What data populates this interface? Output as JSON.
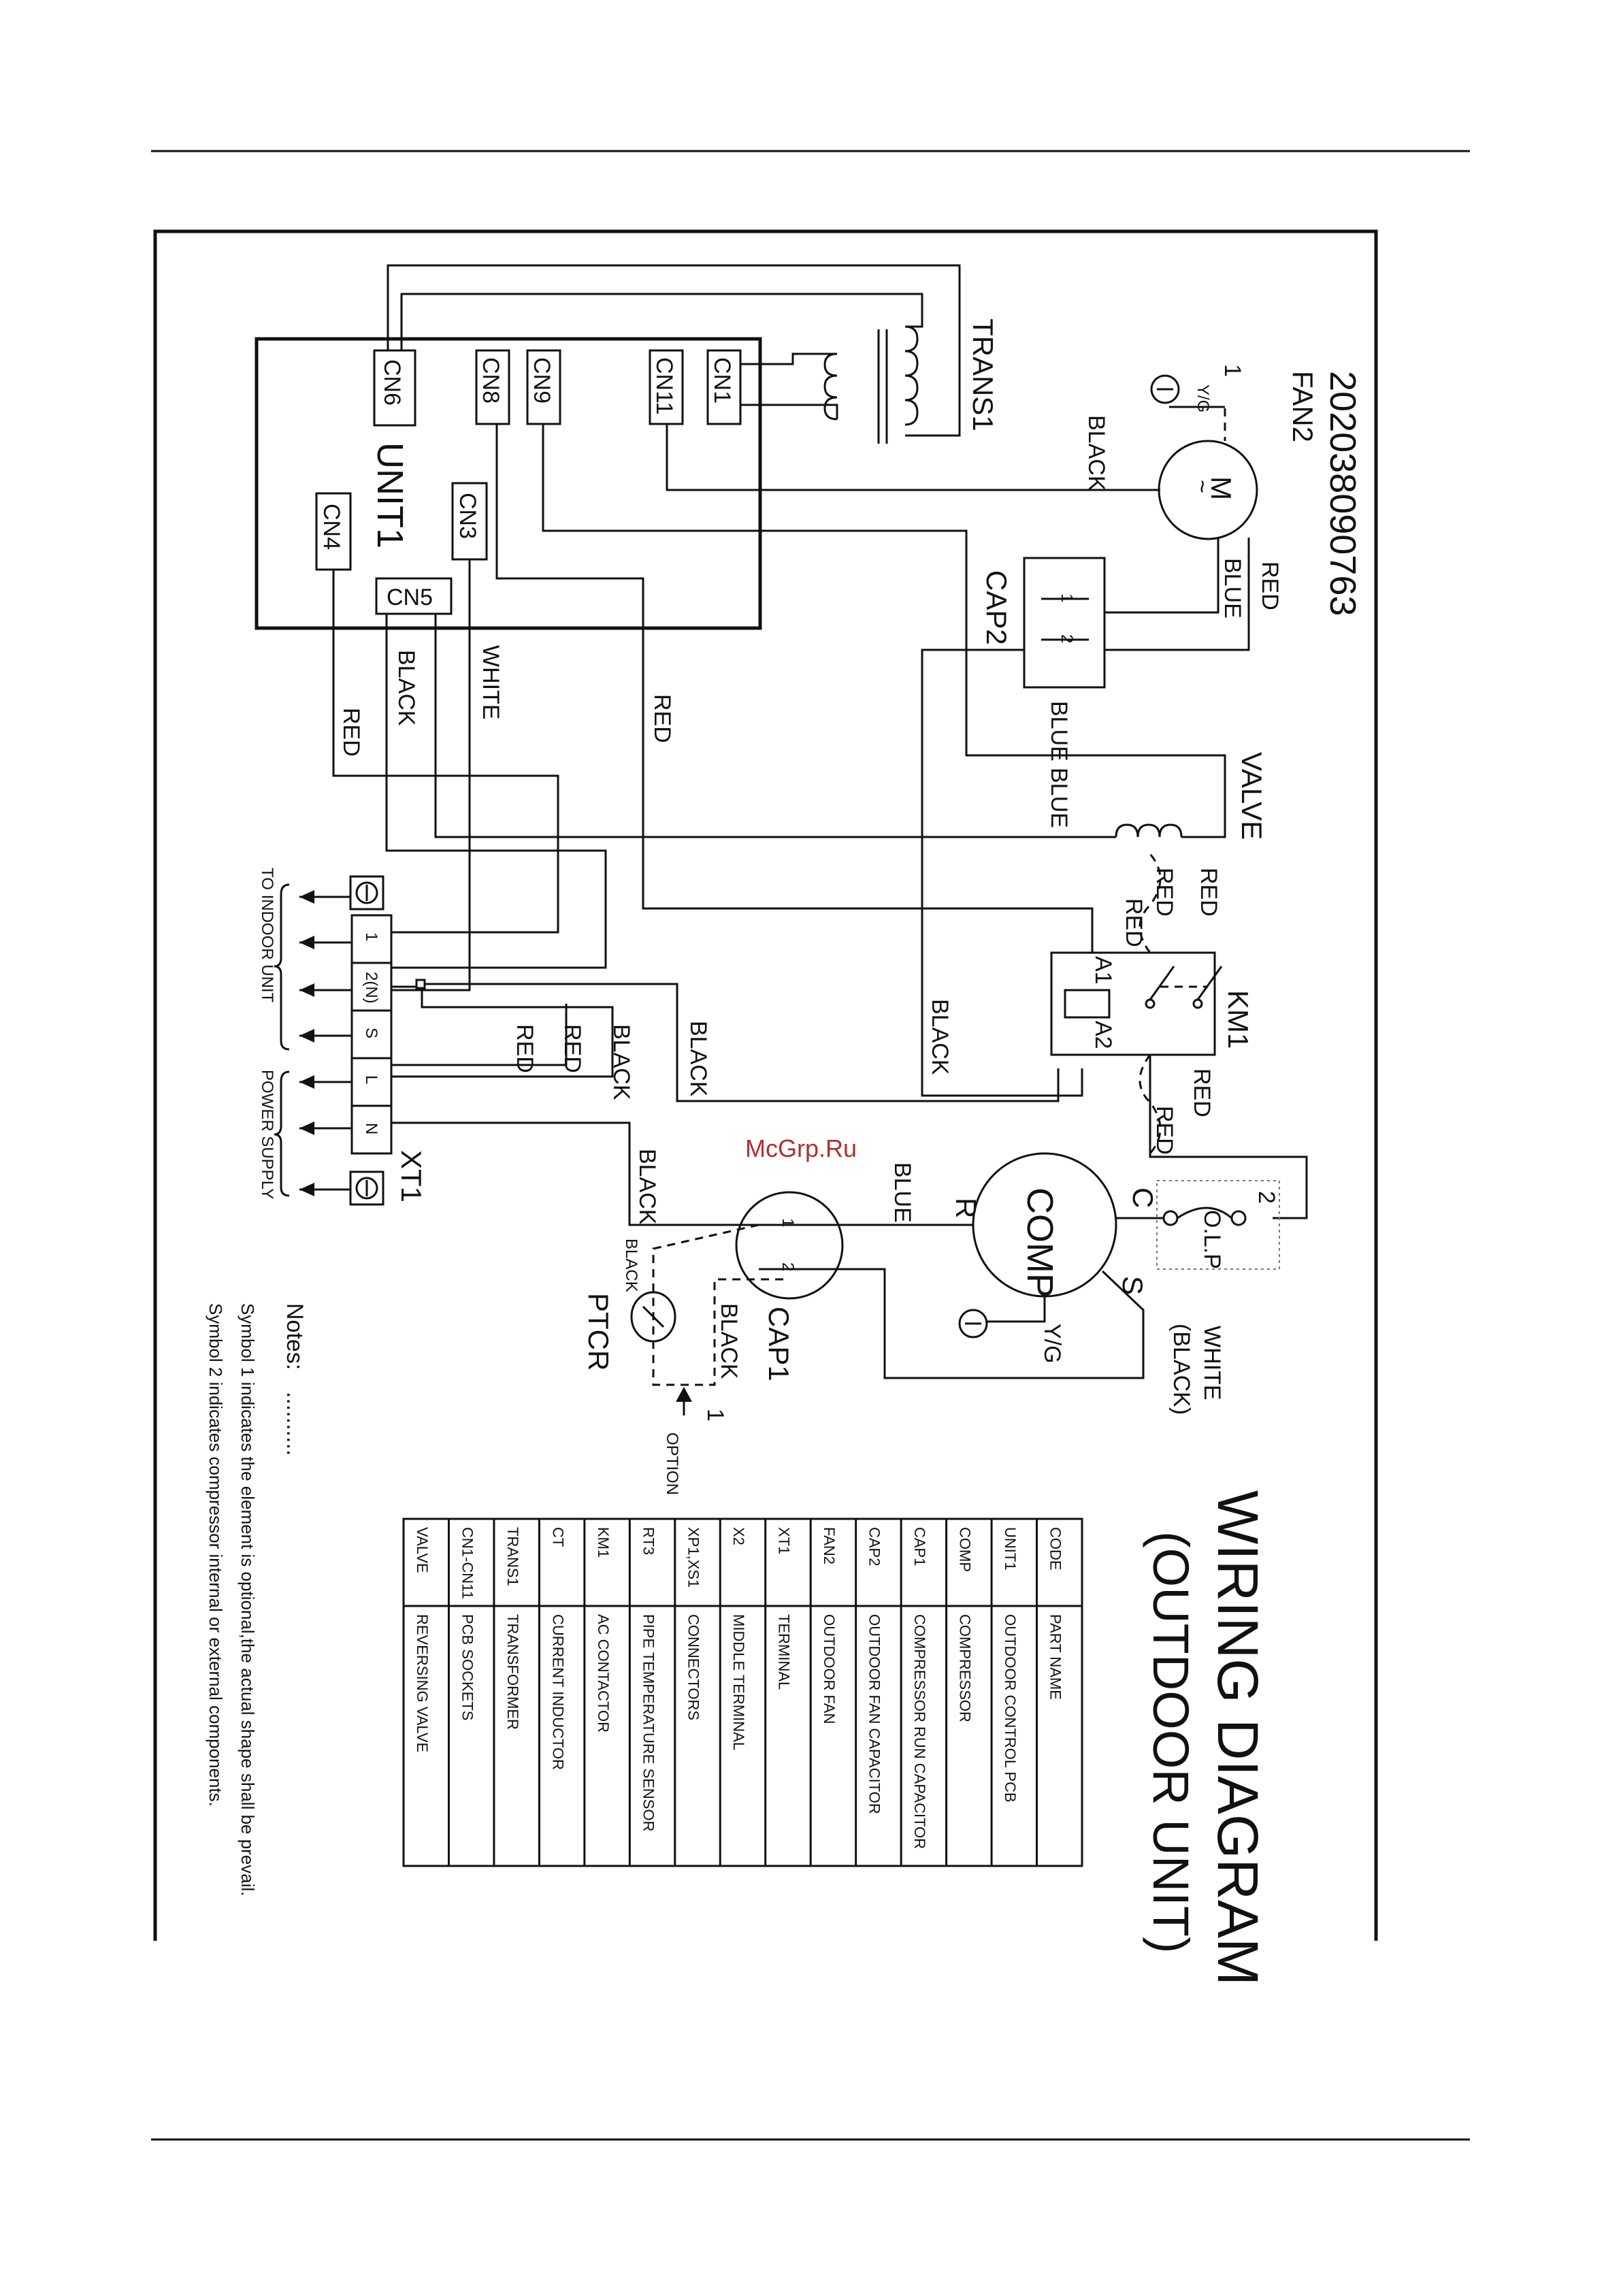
{
  "doc_number": "202038090763",
  "title": "WIRING DIAGRAM",
  "subtitle": "(OUTDOOR UNIT)",
  "watermark": "McGrp.Ru",
  "components": {
    "unit": "UNIT1",
    "cn1": "CN1",
    "cn11": "CN11",
    "cn9": "CN9",
    "cn8": "CN8",
    "cn6": "CN6",
    "cn3": "CN3",
    "cn4": "CN4",
    "cn5": "CN5",
    "trans": "TRANS1",
    "fan": "FAN2",
    "fan_symbol": "M",
    "cap2": "CAP2",
    "cap1": "CAP1",
    "valve": "VALVE",
    "km": "KM1",
    "a1": "A1",
    "a2": "A2",
    "comp": "COMP",
    "comp_c": "C",
    "comp_r": "R",
    "comp_s": "S",
    "olp": "O.L.P",
    "ptcr": "PTCR",
    "xt": "XT1",
    "terminals": [
      "1",
      "2(N)",
      "S",
      "L",
      "N"
    ],
    "pin1": "1",
    "pin2": "2",
    "yg": "Y/G",
    "option": "OPTION",
    "symbol1": "1",
    "symbol2": "2"
  },
  "wire_labels": {
    "black": "BLACK",
    "red": "RED",
    "blue": "BLUE",
    "white": "WHITE",
    "white_black": "WHITE",
    "white_black2": "(BLACK)"
  },
  "side_labels": {
    "indoor": "TO INDOOR UNIT",
    "power": "POWER SUPPLY"
  },
  "notes": {
    "heading": "Notes:",
    "dots": "..........",
    "line1": "Symbol 1 indicates the element is optional,the actual shape shall be prevail.",
    "line2": "Symbol 2 indicates compressor internal or external components."
  },
  "parts_table": {
    "header": {
      "code": "CODE",
      "name": "PART NAME"
    },
    "rows": [
      {
        "code": "UNIT1",
        "name": "OUTDOOR CONTROL PCB"
      },
      {
        "code": "COMP",
        "name": "COMPRESSOR"
      },
      {
        "code": "CAP1",
        "name": "COMPRESSOR RUN CAPACITOR"
      },
      {
        "code": "CAP2",
        "name": "OUTDOOR FAN CAPACITOR"
      },
      {
        "code": "FAN2",
        "name": "OUTDOOR FAN"
      },
      {
        "code": "XT1",
        "name": "TERMINAL"
      },
      {
        "code": "X2",
        "name": "MIDDLE TERMINAL"
      },
      {
        "code": "XP1,XS1",
        "name": "CONNECTORS"
      },
      {
        "code": "RT3",
        "name": "PIPE TEMPERATURE SENSOR"
      },
      {
        "code": "KM1",
        "name": "AC CONTACTOR"
      },
      {
        "code": "CT",
        "name": "CURRENT INDUCTOR"
      },
      {
        "code": "TRANS1",
        "name": "TRANSFORMER"
      },
      {
        "code": "CN1-CN11",
        "name": "PCB SOCKETS"
      },
      {
        "code": "VALVE",
        "name": "REVERSING VALVE"
      }
    ]
  }
}
